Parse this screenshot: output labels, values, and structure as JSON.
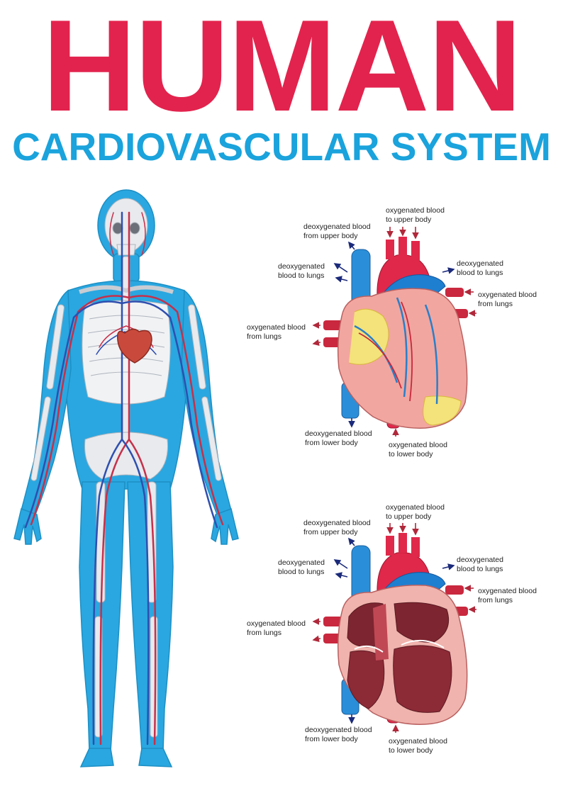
{
  "title": "HUMAN",
  "subtitle": "CARDIOVASCULAR SYSTEM",
  "colors": {
    "title_red": "#e2234d",
    "subtitle_blue": "#1aa3dc",
    "vein_blue": "#2f6fc4",
    "artery_red": "#c6304a",
    "body_blue": "#29a9e0",
    "arrow_navy": "#1b2a7a",
    "arrow_red": "#b0283a"
  },
  "exterior_diagram": {
    "labels": {
      "deoxy_upper": [
        "deoxygenated blood",
        "from upper body"
      ],
      "oxy_upper": [
        "oxygenated blood",
        "to upper body"
      ],
      "deoxy_lungs_left": [
        "deoxygenated",
        "blood to lungs"
      ],
      "deoxy_lungs_right": [
        "deoxygenated",
        "blood to lungs"
      ],
      "oxy_lungs_right": [
        "oxygenated blood",
        "from lungs"
      ],
      "oxy_lungs_left": [
        "oxygenated blood",
        "from lungs"
      ],
      "deoxy_lower": [
        "deoxygenated blood",
        "from lower body"
      ],
      "oxy_lower": [
        "oxygenated blood",
        "to lower body"
      ]
    }
  },
  "interior_diagram": {
    "labels": {
      "deoxy_upper": [
        "deoxygenated blood",
        "from upper body"
      ],
      "oxy_upper": [
        "oxygenated blood",
        "to upper body"
      ],
      "deoxy_lungs_left": [
        "deoxygenated",
        "blood to lungs"
      ],
      "deoxy_lungs_right": [
        "deoxygenated",
        "blood to lungs"
      ],
      "oxy_lungs_right": [
        "oxygenated blood",
        "from lungs"
      ],
      "oxy_lungs_left": [
        "oxygenated blood",
        "from lungs"
      ],
      "deoxy_lower": [
        "deoxygenated blood",
        "from lower body"
      ],
      "oxy_lower": [
        "oxygenated blood",
        "to lower body"
      ]
    }
  }
}
